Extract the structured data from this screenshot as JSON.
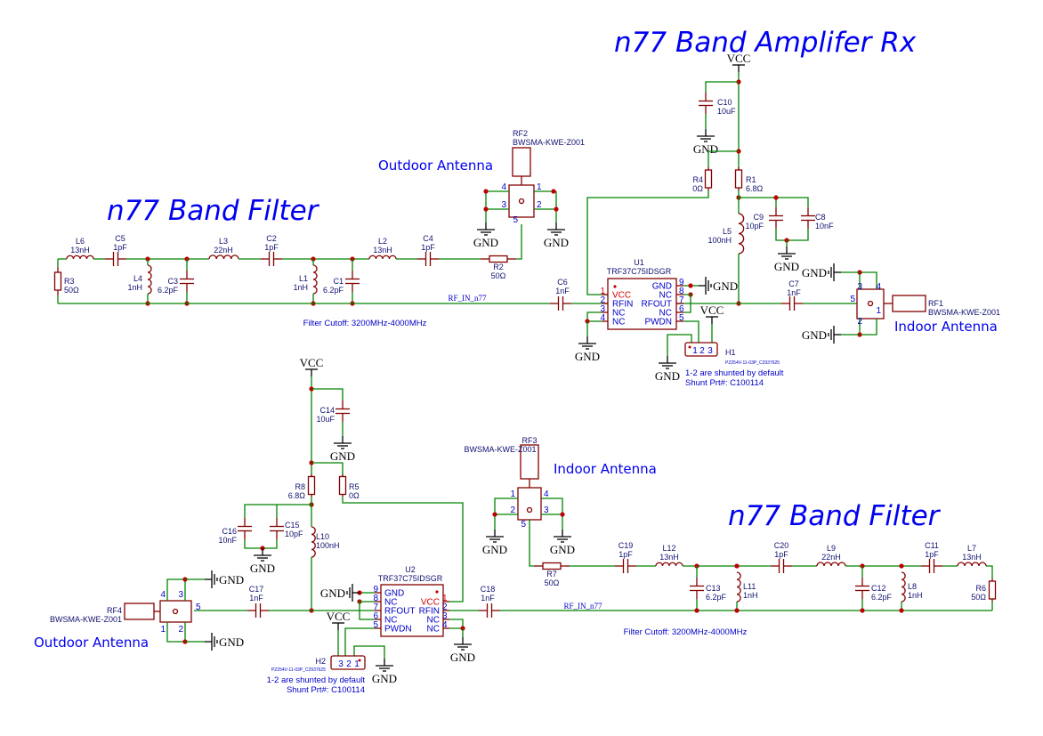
{
  "titles": {
    "amp_rx": "n77 Band Amplifer Rx",
    "filter_top": "n77 Band Filter",
    "filter_bottom": "n77 Band Filter",
    "outdoor_top": "Outdoor Antenna",
    "indoor_top": "Indoor Antenna",
    "indoor_bottom": "Indoor Antenna",
    "outdoor_bottom": "Outdoor Antenna"
  },
  "notes": {
    "cutoff_top": "Filter Cutoff: 3200MHz-4000MHz",
    "cutoff_bottom": "Filter Cutoff: 3200MHz-4000MHz",
    "net_top": "RF_IN_n77",
    "net_bottom": "RF_IN_n77",
    "h1_shunt": "1-2 are shunted by default",
    "h1_part": "Shunt Prt#: C100114",
    "h2_shunt": "1-2 are shunted by default",
    "h2_part": "Shunt Prt#: C100114"
  },
  "power": {
    "gnd": "GND",
    "vcc": "VCC"
  },
  "components": {
    "R3": {
      "ref": "R3",
      "value": "50Ω"
    },
    "L6": {
      "ref": "L6",
      "value": "13nH"
    },
    "C5": {
      "ref": "C5",
      "value": "1pF"
    },
    "L4": {
      "ref": "L4",
      "value": "1nH"
    },
    "C3": {
      "ref": "C3",
      "value": "6.2pF"
    },
    "L3": {
      "ref": "L3",
      "value": "22nH"
    },
    "C2": {
      "ref": "C2",
      "value": "1pF"
    },
    "L1": {
      "ref": "L1",
      "value": "1nH"
    },
    "C1": {
      "ref": "C1",
      "value": "6.2pF"
    },
    "L2": {
      "ref": "L2",
      "value": "13nH"
    },
    "C4": {
      "ref": "C4",
      "value": "1pF"
    },
    "R2": {
      "ref": "R2",
      "value": "50Ω"
    },
    "RF2": {
      "ref": "RF2",
      "value": "BWSMA-KWE-Z001",
      "pins": [
        "1",
        "2",
        "3",
        "4",
        "5"
      ]
    },
    "C6": {
      "ref": "C6",
      "value": "1nF"
    },
    "C10": {
      "ref": "C10",
      "value": "10uF"
    },
    "R4": {
      "ref": "R4",
      "value": "0Ω"
    },
    "R1": {
      "ref": "R1",
      "value": "6.8Ω"
    },
    "C9": {
      "ref": "C9",
      "value": "10pF"
    },
    "C8": {
      "ref": "C8",
      "value": "10nF"
    },
    "L5": {
      "ref": "L5",
      "value": "100nH"
    },
    "C7": {
      "ref": "C7",
      "value": "1nF"
    },
    "RF1": {
      "ref": "RF1",
      "value": "BWSMA-KWE-Z001",
      "pins": [
        "1",
        "2",
        "3",
        "4",
        "5"
      ]
    },
    "U1": {
      "ref": "U1",
      "value": "TRF37C75IDSGR",
      "left_pins": [
        {
          "n": "1",
          "name": "VCC"
        },
        {
          "n": "2",
          "name": "RFIN"
        },
        {
          "n": "3",
          "name": "NC"
        },
        {
          "n": "4",
          "name": "NC"
        }
      ],
      "right_pins": [
        {
          "n": "9",
          "name": "GND"
        },
        {
          "n": "8",
          "name": "NC"
        },
        {
          "n": "7",
          "name": "RFOUT"
        },
        {
          "n": "6",
          "name": "NC"
        },
        {
          "n": "5",
          "name": "PWDN"
        }
      ]
    },
    "H1": {
      "ref": "H1",
      "value": "PZ254V-11-03P_C2937625",
      "pins": [
        "1",
        "2",
        "3"
      ]
    },
    "C14": {
      "ref": "C14",
      "value": "10uF"
    },
    "R8": {
      "ref": "R8",
      "value": "6.8Ω"
    },
    "R5": {
      "ref": "R5",
      "value": "0Ω"
    },
    "C16": {
      "ref": "C16",
      "value": "10nF"
    },
    "C15": {
      "ref": "C15",
      "value": "10pF"
    },
    "L10": {
      "ref": "L10",
      "value": "100nH"
    },
    "C17": {
      "ref": "C17",
      "value": "1nF"
    },
    "RF4": {
      "ref": "RF4",
      "value": "BWSMA-KWE-Z001",
      "pins": [
        "1",
        "2",
        "3",
        "4",
        "5"
      ]
    },
    "U2": {
      "ref": "U2",
      "value": "TRF37C75IDSGR",
      "right_pins": [
        {
          "n": "1",
          "name": "VCC"
        },
        {
          "n": "2",
          "name": "RFIN"
        },
        {
          "n": "3",
          "name": "NC"
        },
        {
          "n": "4",
          "name": "NC"
        }
      ],
      "left_pins": [
        {
          "n": "9",
          "name": "GND"
        },
        {
          "n": "8",
          "name": "NC"
        },
        {
          "n": "7",
          "name": "RFOUT"
        },
        {
          "n": "6",
          "name": "NC"
        },
        {
          "n": "5",
          "name": "PWDN"
        }
      ]
    },
    "H2": {
      "ref": "H2",
      "value": "PZ254V-11-03P_C2937625",
      "pins": [
        "1",
        "2",
        "3"
      ]
    },
    "C18": {
      "ref": "C18",
      "value": "1nF"
    },
    "RF3": {
      "ref": "RF3",
      "value": "BWSMA-KWE-Z001",
      "pins": [
        "1",
        "2",
        "3",
        "4",
        "5"
      ]
    },
    "R7": {
      "ref": "R7",
      "value": "50Ω"
    },
    "C19": {
      "ref": "C19",
      "value": "1pF"
    },
    "L12": {
      "ref": "L12",
      "value": "13nH"
    },
    "C13": {
      "ref": "C13",
      "value": "6.2pF"
    },
    "L11": {
      "ref": "L11",
      "value": "1nH"
    },
    "C20": {
      "ref": "C20",
      "value": "1pF"
    },
    "L9": {
      "ref": "L9",
      "value": "22nH"
    },
    "C12": {
      "ref": "C12",
      "value": "6.2pF"
    },
    "L8": {
      "ref": "L8",
      "value": "1nH"
    },
    "C11": {
      "ref": "C11",
      "value": "1pF"
    },
    "L7": {
      "ref": "L7",
      "value": "13nH"
    },
    "R6": {
      "ref": "R6",
      "value": "50Ω"
    }
  },
  "colors": {
    "wire": "#008400",
    "component": "#840000",
    "label": "#0000c8",
    "title": "#0000f0"
  }
}
